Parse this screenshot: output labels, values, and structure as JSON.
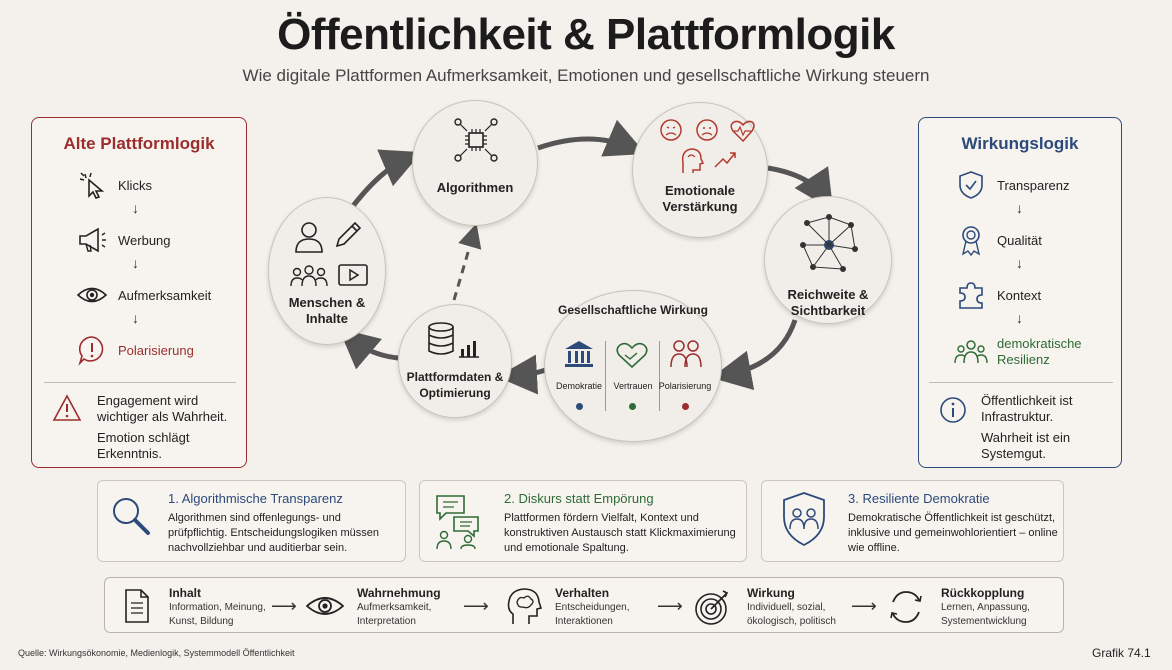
{
  "header": {
    "title": "Öffentlichkeit & Plattformlogik",
    "subtitle": "Wie digitale Plattformen Aufmerksamkeit, Emotionen und gesellschaftliche Wirkung steuern"
  },
  "left_panel": {
    "title": "Alte Plattformlogik",
    "steps": [
      "Klicks",
      "Werbung",
      "Aufmerksamkeit",
      "Polarisierung"
    ],
    "note1": "Engagement wird wichtiger als Wahrheit.",
    "note2": "Emotion schlägt Erkenntnis.",
    "accent": "#9b2d2d"
  },
  "right_panel": {
    "title": "Wirkungslogik",
    "steps": [
      "Transparenz",
      "Qualität",
      "Kontext",
      "demokratische Resilienz"
    ],
    "note1": "Öffentlichkeit ist Infrastruktur.",
    "note2": "Wahrheit ist ein Systemgut.",
    "accent": "#2c4a7a"
  },
  "cycle": {
    "algorithmen": "Algorithmen",
    "emotionale": "Emotionale Verstärkung",
    "reichweite": "Reichweite & Sichtbarkeit",
    "gesellschaft": "Gesellschaftliche Wirkung",
    "gesellschaft_items": [
      "Demokratie",
      "Vertrauen",
      "Polarisierung"
    ],
    "plattformdaten": "Plattformdaten & Optimierung",
    "menschen": "Menschen & Inhalte"
  },
  "cards": [
    {
      "title": "1. Algorithmische Transparenz",
      "text": "Algorithmen sind offenlegungs- und prüfpflichtig. Entscheidungslogiken müssen nachvollziehbar und auditierbar sein.",
      "color": "#2c4a7a"
    },
    {
      "title": "2. Diskurs statt Empörung",
      "text": "Plattformen fördern Vielfalt, Kontext und konstruktiven Austausch statt Klickmaximierung und emotionale Spaltung.",
      "color": "#2e6b35"
    },
    {
      "title": "3. Resiliente Demokratie",
      "text": "Demokratische Öffentlichkeit ist geschützt, inklusive und gemeinwohlorientiert – online wie offline.",
      "color": "#2c4a7a"
    }
  ],
  "flow": [
    {
      "title": "Inhalt",
      "sub": "Information, Meinung, Kunst, Bildung"
    },
    {
      "title": "Wahrnehmung",
      "sub": "Aufmerksamkeit, Interpretation"
    },
    {
      "title": "Verhalten",
      "sub": "Entscheidungen, Interaktionen"
    },
    {
      "title": "Wirkung",
      "sub": "Individuell, sozial, ökologisch, politisch"
    },
    {
      "title": "Rückkopplung",
      "sub": "Lernen, Anpassung, Systementwicklung"
    }
  ],
  "footer": {
    "source": "Quelle: Wirkungsökonomie, Medienlogik, Systemmodell Öffentlichkeit",
    "figure": "Grafik 74.1"
  },
  "icons": [
    "cursor-click-icon",
    "megaphone-icon",
    "eye-icon",
    "alert-bubble-icon",
    "warning-icon",
    "shield-icon",
    "award-icon",
    "puzzle-icon",
    "people-group-icon",
    "info-icon",
    "network-chip-icon",
    "emotion-faces-icon",
    "network-nodes-icon",
    "bank-icon",
    "handshake-icon",
    "people-pair-icon",
    "database-chart-icon",
    "person-icon",
    "pencil-icon",
    "video-icon",
    "magnifier-icon",
    "chat-people-icon",
    "shield-people-icon",
    "document-icon",
    "brain-icon",
    "target-icon",
    "cycle-icon"
  ]
}
